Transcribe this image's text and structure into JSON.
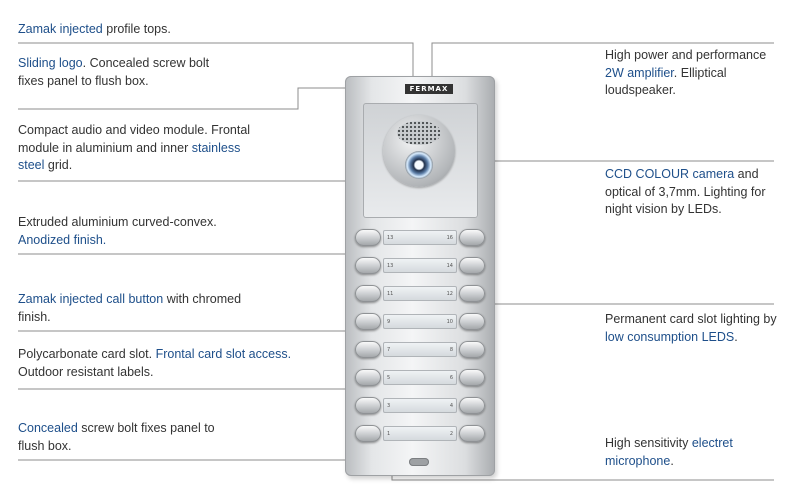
{
  "brand": "FERMAX",
  "annotations": {
    "left": [
      {
        "id": "profile-tops",
        "parts": [
          {
            "t": "Zamak injected",
            "hl": true
          },
          {
            "t": " profile tops."
          }
        ]
      },
      {
        "id": "sliding-logo",
        "parts": [
          {
            "t": "Sliding logo",
            "hl": true
          },
          {
            "t": ". Concealed screw bolt fixes panel to flush box."
          }
        ]
      },
      {
        "id": "audio-video-module",
        "parts": [
          {
            "t": "Compact audio and video module. Frontal module in aluminium and inner "
          },
          {
            "t": "stainless steel",
            "hl": true
          },
          {
            "t": " grid."
          }
        ]
      },
      {
        "id": "extruded-aluminium",
        "parts": [
          {
            "t": "Extruded aluminium curved-convex. "
          },
          {
            "t": "Anodized finish.",
            "hl": true
          }
        ]
      },
      {
        "id": "call-button",
        "parts": [
          {
            "t": "Zamak injected call button",
            "hl": true
          },
          {
            "t": " with chromed finish."
          }
        ]
      },
      {
        "id": "card-slot",
        "parts": [
          {
            "t": "Polycarbonate card slot. "
          },
          {
            "t": "Frontal card slot access.",
            "hl": true
          },
          {
            "t": " Outdoor resistant labels."
          }
        ]
      },
      {
        "id": "concealed-bolt",
        "parts": [
          {
            "t": "Concealed",
            "hl": true
          },
          {
            "t": " screw bolt fixes panel to flush box."
          }
        ]
      }
    ],
    "right": [
      {
        "id": "amplifier",
        "parts": [
          {
            "t": "High power and performance "
          },
          {
            "t": "2W amplifier",
            "hl": true
          },
          {
            "t": ". Elliptical loudspeaker."
          }
        ]
      },
      {
        "id": "camera",
        "parts": [
          {
            "t": "CCD COLOUR camera",
            "hl": true
          },
          {
            "t": " and optical of 3,7mm. Lighting for night vision by LEDs."
          }
        ]
      },
      {
        "id": "card-lighting",
        "parts": [
          {
            "t": "Permanent card slot lighting by "
          },
          {
            "t": "low consumption LEDS",
            "hl": true
          },
          {
            "t": "."
          }
        ]
      },
      {
        "id": "microphone",
        "parts": [
          {
            "t": "High sensitivity "
          },
          {
            "t": "electret microphone",
            "hl": true
          },
          {
            "t": "."
          }
        ]
      }
    ]
  },
  "card_numbers": [
    [
      "13",
      "16"
    ],
    [
      "13",
      "14"
    ],
    [
      "11",
      "12"
    ],
    [
      "9",
      "10"
    ],
    [
      "7",
      "8"
    ],
    [
      "5",
      "6"
    ],
    [
      "3",
      "4"
    ],
    [
      "1",
      "2"
    ]
  ],
  "colors": {
    "highlight": "#1e4f8a",
    "text": "#333333",
    "leader_line": "#888888"
  }
}
